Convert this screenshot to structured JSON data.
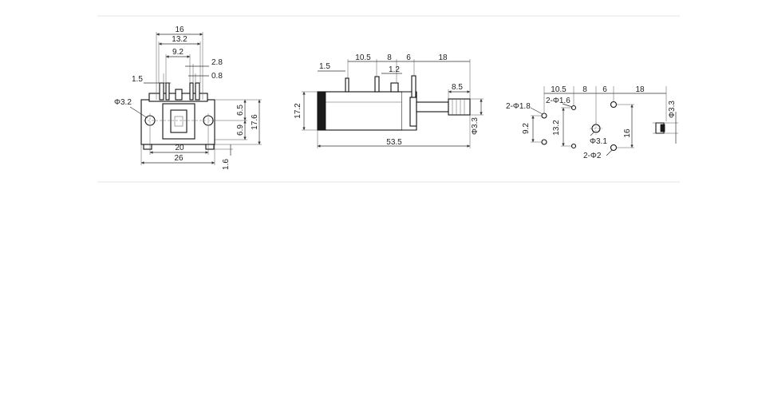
{
  "front_view": {
    "width_top": "16",
    "pitch_13_2": "13.2",
    "pitch_9_2": "9.2",
    "pin_2_8": "2.8",
    "pin_0_8": "0.8",
    "offset_1_5": "1.5",
    "hole": "Φ3.2",
    "h_6_5": "6.5",
    "h_17_6": "17.6",
    "h_6_9": "6.9",
    "hole_pitch": "20",
    "overall_width": "26",
    "plate": "1.6"
  },
  "side_view": {
    "pin_1_5": "1.5",
    "pitch_10_5": "10.5",
    "pitch_8": "8",
    "pitch_6": "6",
    "plunger_18": "18",
    "pin_1_2": "1.2",
    "plunger_8_5": "8.5",
    "height": "17.2",
    "plunger_dia": "Φ3.3",
    "length": "53.5"
  },
  "pcb_layout": {
    "pitch_10_5": "10.5",
    "pitch_8": "8",
    "pitch_6": "6",
    "length_18": "18",
    "holes_1_8": "2-Φ1.8",
    "holes_1_6": "2-Φ1.6",
    "v_9_2": "9.2",
    "v_13_2": "13.2",
    "hole_3_1": "Φ3.1",
    "v_16": "16",
    "holes_2": "2-Φ2",
    "plunger_dia": "Φ3.3"
  }
}
